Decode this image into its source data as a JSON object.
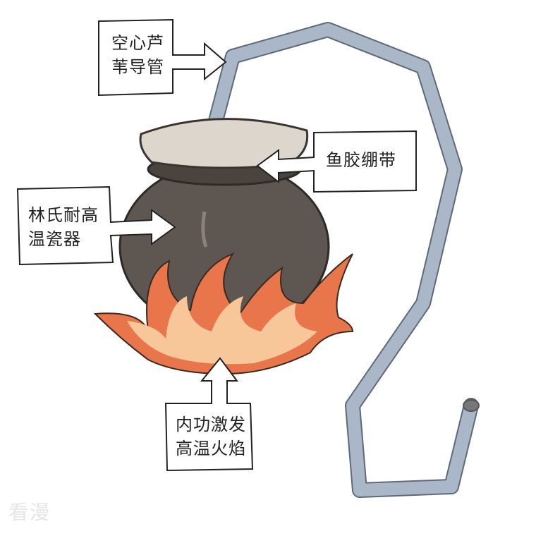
{
  "labels": {
    "tube": [
      "空心芦",
      "苇导管"
    ],
    "bandage": [
      "鱼胶绷带"
    ],
    "vessel": [
      "林氏耐高",
      "温瓷器"
    ],
    "flame": [
      "内功激发",
      "高温火焰"
    ]
  },
  "watermark": "看漫",
  "colors": {
    "pot": "#5e5650",
    "lid": "#ddd6cc",
    "tube": "#a9b7c8",
    "flame_outer": "#e8764a",
    "flame_inner": "#f7c79a"
  }
}
